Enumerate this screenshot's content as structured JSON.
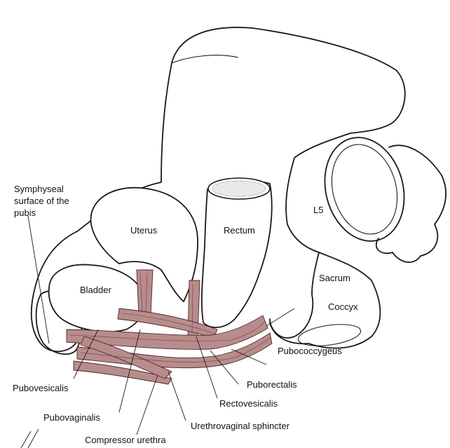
{
  "labels": {
    "symphyseal_line1": "Symphyseal",
    "symphyseal_line2": "surface of the",
    "symphyseal_line3": "pubis",
    "uterus": "Uterus",
    "rectum": "Rectum",
    "l5": "L5",
    "sacrum": "Sacrum",
    "bladder": "Bladder",
    "coccyx": "Coccyx",
    "pubococcygeus": "Pubococcygeus",
    "puborectalis": "Puborectalis",
    "pubovesicalis": "Pubovesicalis",
    "rectovesicalis": "Rectovesicalis",
    "pubovaginalis": "Pubovaginalis",
    "urethrovaginal_sphincter": "Urethrovaginal sphincter",
    "compressor_urethra": "Compressor urethra"
  },
  "colors": {
    "muscle": "#b98c8c",
    "line": "#1a1a1a",
    "background": "#ffffff"
  }
}
